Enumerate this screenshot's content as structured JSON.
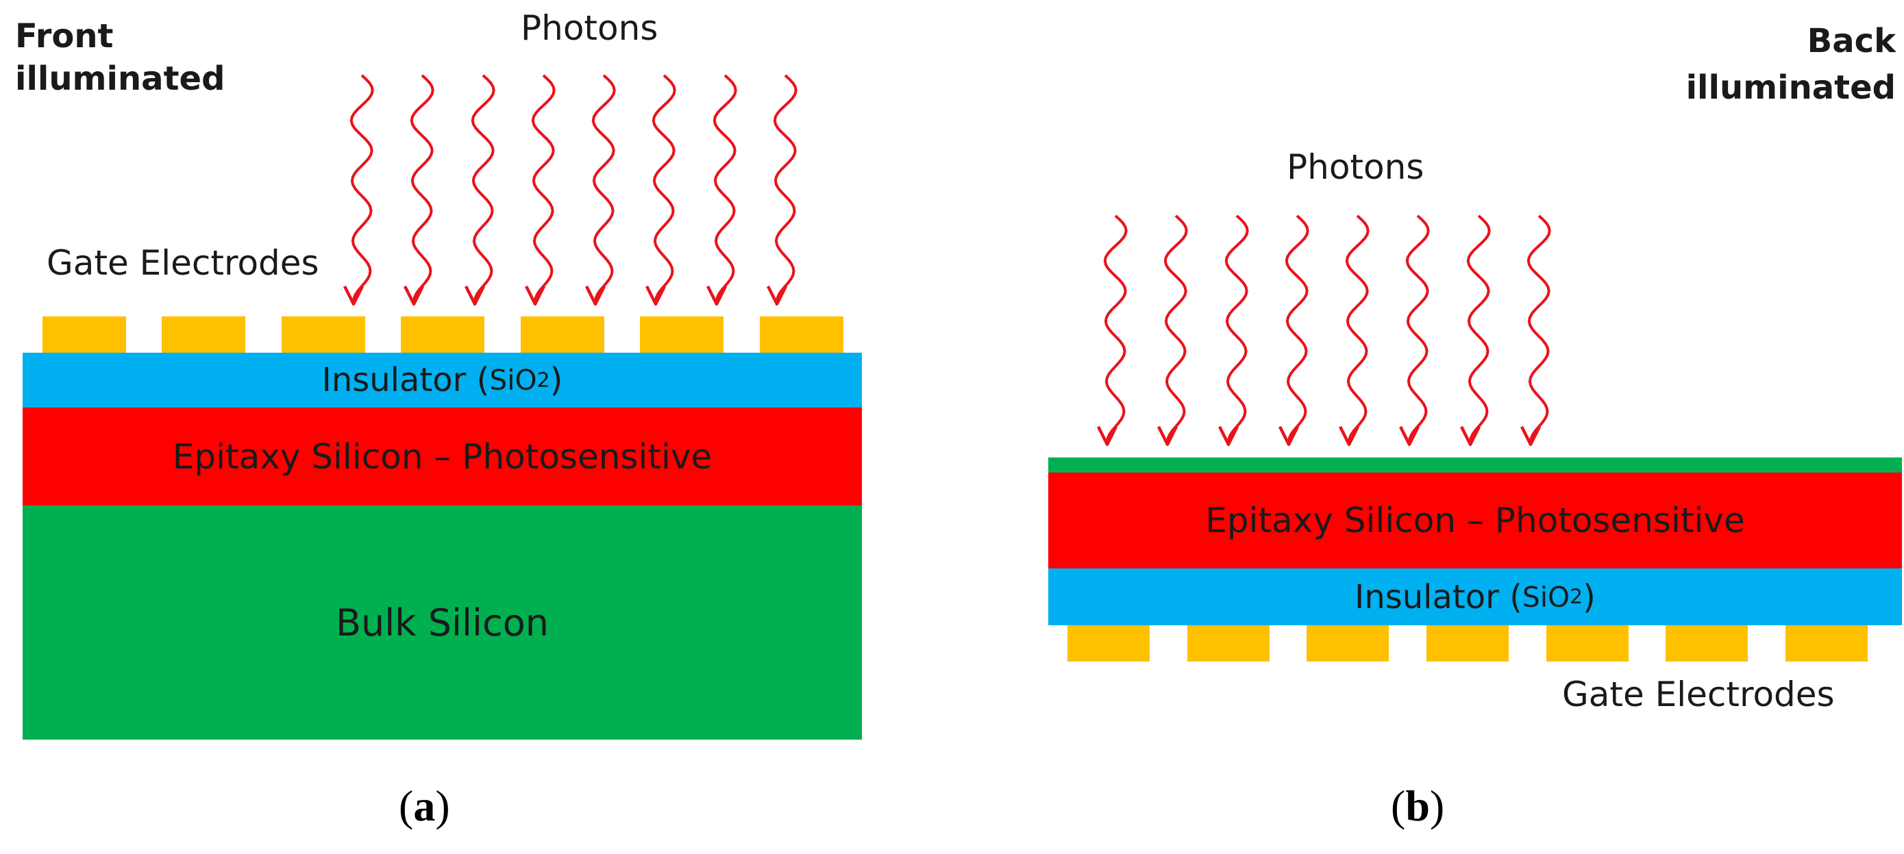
{
  "colors": {
    "insulator": "#00b0f0",
    "epitaxy": "#ff0000",
    "bulk": "#00b050",
    "electrode": "#ffc000",
    "photon": "#e8141c"
  },
  "panel_a": {
    "mode_line1": "Front",
    "mode_line2": "illuminated",
    "photons_label": "Photons",
    "gate_label": "Gate Electrodes",
    "insulator_label": "Insulator (",
    "insulator_formula_si": "SiO",
    "insulator_formula_sub": "2",
    "insulator_close": ")",
    "epitaxy_label": "Epitaxy Silicon – Photosensitive",
    "bulk_label": "Bulk Silicon",
    "caption_open": "(",
    "caption_letter": "a",
    "caption_close": ")",
    "photon_icon": "wavy-arrow-icon"
  },
  "panel_b": {
    "mode_line1": "Back",
    "mode_line2": "illuminated",
    "photons_label": "Photons",
    "gate_label": "Gate Electrodes",
    "insulator_label": "Insulator (",
    "insulator_formula_si": "SiO",
    "insulator_formula_sub": "2",
    "insulator_close": ")",
    "epitaxy_label": "Epitaxy Silicon – Photosensitive",
    "caption_open": "(",
    "caption_letter": "b",
    "caption_close": ")",
    "photon_icon": "wavy-arrow-icon"
  }
}
